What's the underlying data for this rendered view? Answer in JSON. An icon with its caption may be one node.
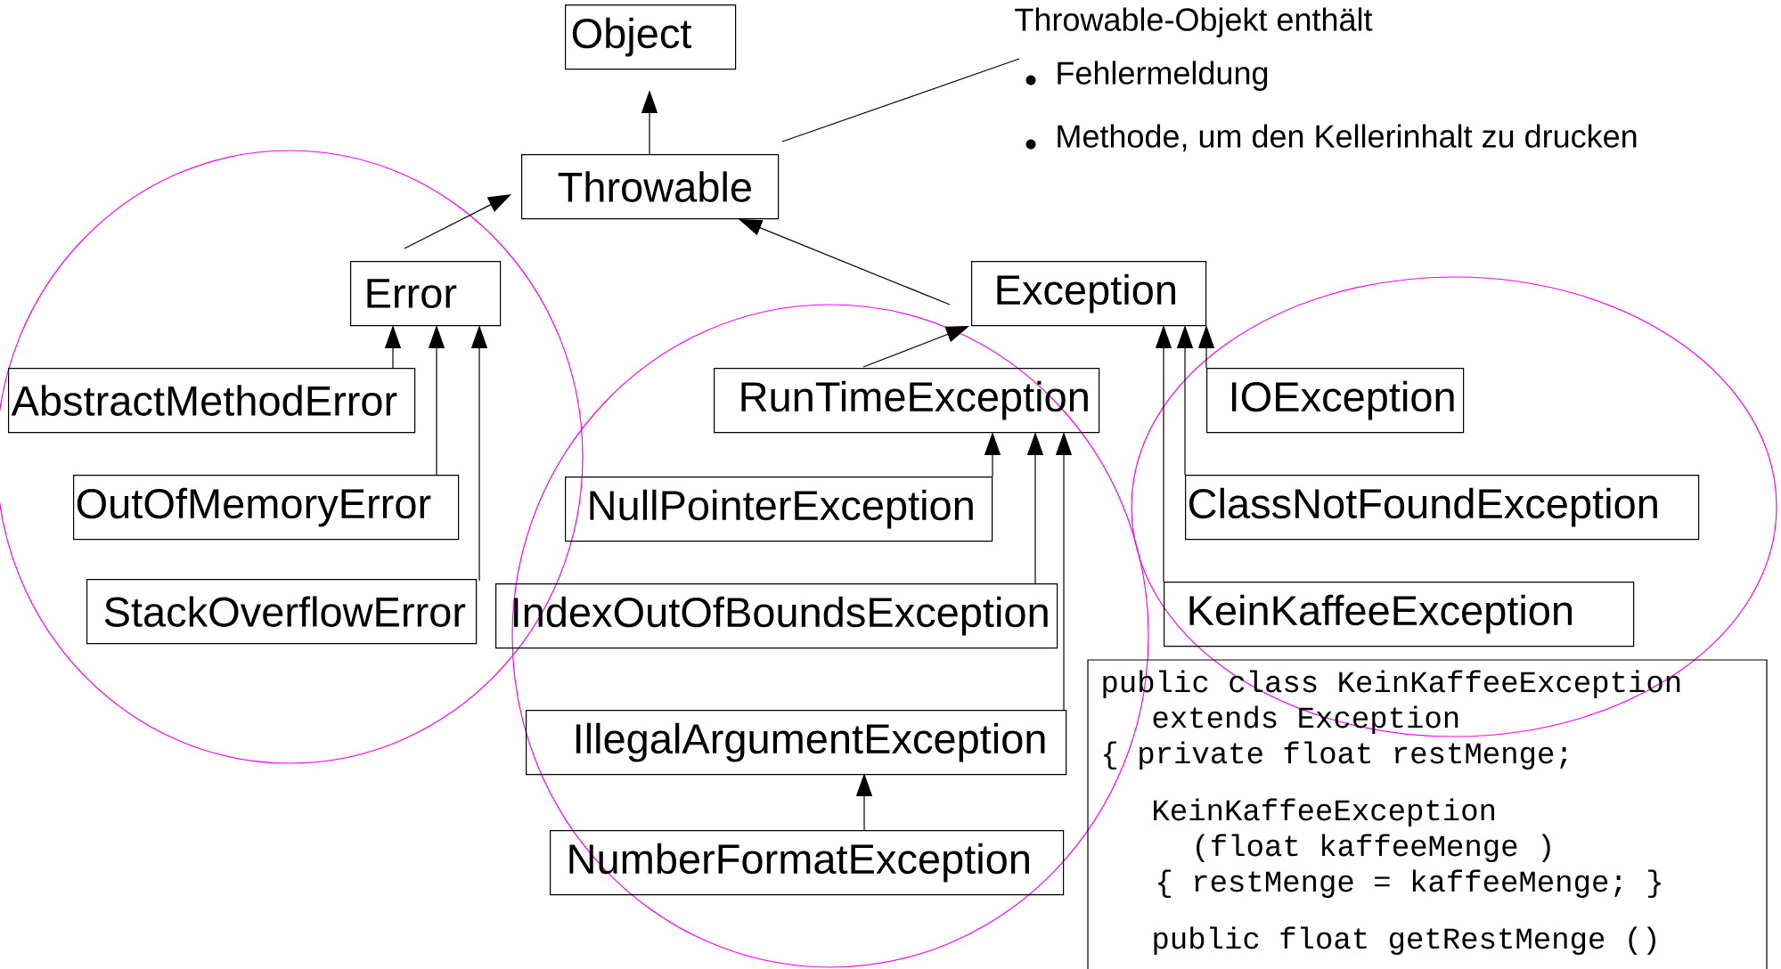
{
  "diagram": {
    "nodes": [
      {
        "text": [
          "Object"
        ]
      },
      {
        "text": [
          "Throwable"
        ]
      },
      {
        "text": [
          "Error"
        ]
      },
      {
        "text": [
          "Exception"
        ]
      },
      {
        "text": [
          "AbstractMethodError"
        ]
      },
      {
        "text": [
          "OutOfMemoryError"
        ]
      },
      {
        "text": [
          "StackOverflowError"
        ]
      },
      {
        "text": [
          "RunTimeException"
        ]
      },
      {
        "text": [
          "NullPointerException"
        ]
      },
      {
        "text": [
          "IndexOutOfBoundsException"
        ]
      },
      {
        "text": [
          "IllegalArgumentException"
        ]
      },
      {
        "text": [
          "NumberFormatException"
        ]
      },
      {
        "text": [
          "IOException"
        ]
      },
      {
        "text": [
          "ClassNotFoundException"
        ]
      },
      {
        "text": [
          "KeinKaffeeException"
        ]
      },
      {
        "text": [
          "Throwable-Objekt enthält",
          "Fehlermeldung",
          "Methode, um den Kellerinhalt zu drucken"
        ]
      },
      {
        "text": [
          "public class KeinKaffeeException",
          "extends Exception",
          "{ private float restMenge;",
          "KeinKaffeeException",
          "(float kaffeeMenge )",
          "{ restMenge = kaffeeMenge; }",
          "public float getRestMenge ()"
        ]
      }
    ],
    "edges": [
      {
        "from": 1,
        "to": 0,
        "arrow": "to"
      },
      {
        "from": 2,
        "to": 1,
        "arrow": "to"
      },
      {
        "from": 3,
        "to": 1,
        "arrow": "to"
      },
      {
        "from": 4,
        "to": 2,
        "arrow": "to"
      },
      {
        "from": 5,
        "to": 2,
        "arrow": "to"
      },
      {
        "from": 6,
        "to": 2,
        "arrow": "to"
      },
      {
        "from": 7,
        "to": 3,
        "arrow": "to"
      },
      {
        "from": 8,
        "to": 7,
        "arrow": "to"
      },
      {
        "from": 9,
        "to": 7,
        "arrow": "to"
      },
      {
        "from": 10,
        "to": 7,
        "arrow": "to"
      },
      {
        "from": 11,
        "to": 10,
        "arrow": "to"
      },
      {
        "from": 12,
        "to": 3,
        "arrow": "to"
      },
      {
        "from": 13,
        "to": 3,
        "arrow": "to"
      },
      {
        "from": 14,
        "to": 3,
        "arrow": "to"
      },
      {
        "from": 15,
        "to": 1,
        "arrow": "none"
      }
    ]
  }
}
